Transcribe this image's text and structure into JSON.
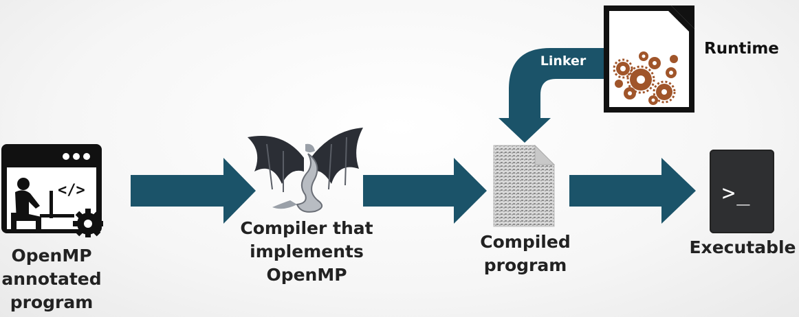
{
  "nodes": {
    "source": {
      "label": "OpenMP\nannotated\nprogram"
    },
    "compiler": {
      "label": "Compiler that\nimplements\nOpenMP"
    },
    "compiled": {
      "label": "Compiled\nprogram"
    },
    "executable": {
      "label": "Executable"
    },
    "runtime": {
      "label": "Runtime"
    }
  },
  "edges": {
    "linker": {
      "label": "Linker"
    }
  },
  "icons": {
    "source": "developer-window-icon",
    "compiler": "llvm-dragon-icon",
    "compiled": "binary-file-icon",
    "executable": "terminal-icon",
    "runtime": "gears-document-icon"
  },
  "terminal": {
    "prompt": ">_"
  },
  "colors": {
    "arrow": "#1b5369",
    "text": "#222222",
    "dark_icon": "#111111"
  }
}
